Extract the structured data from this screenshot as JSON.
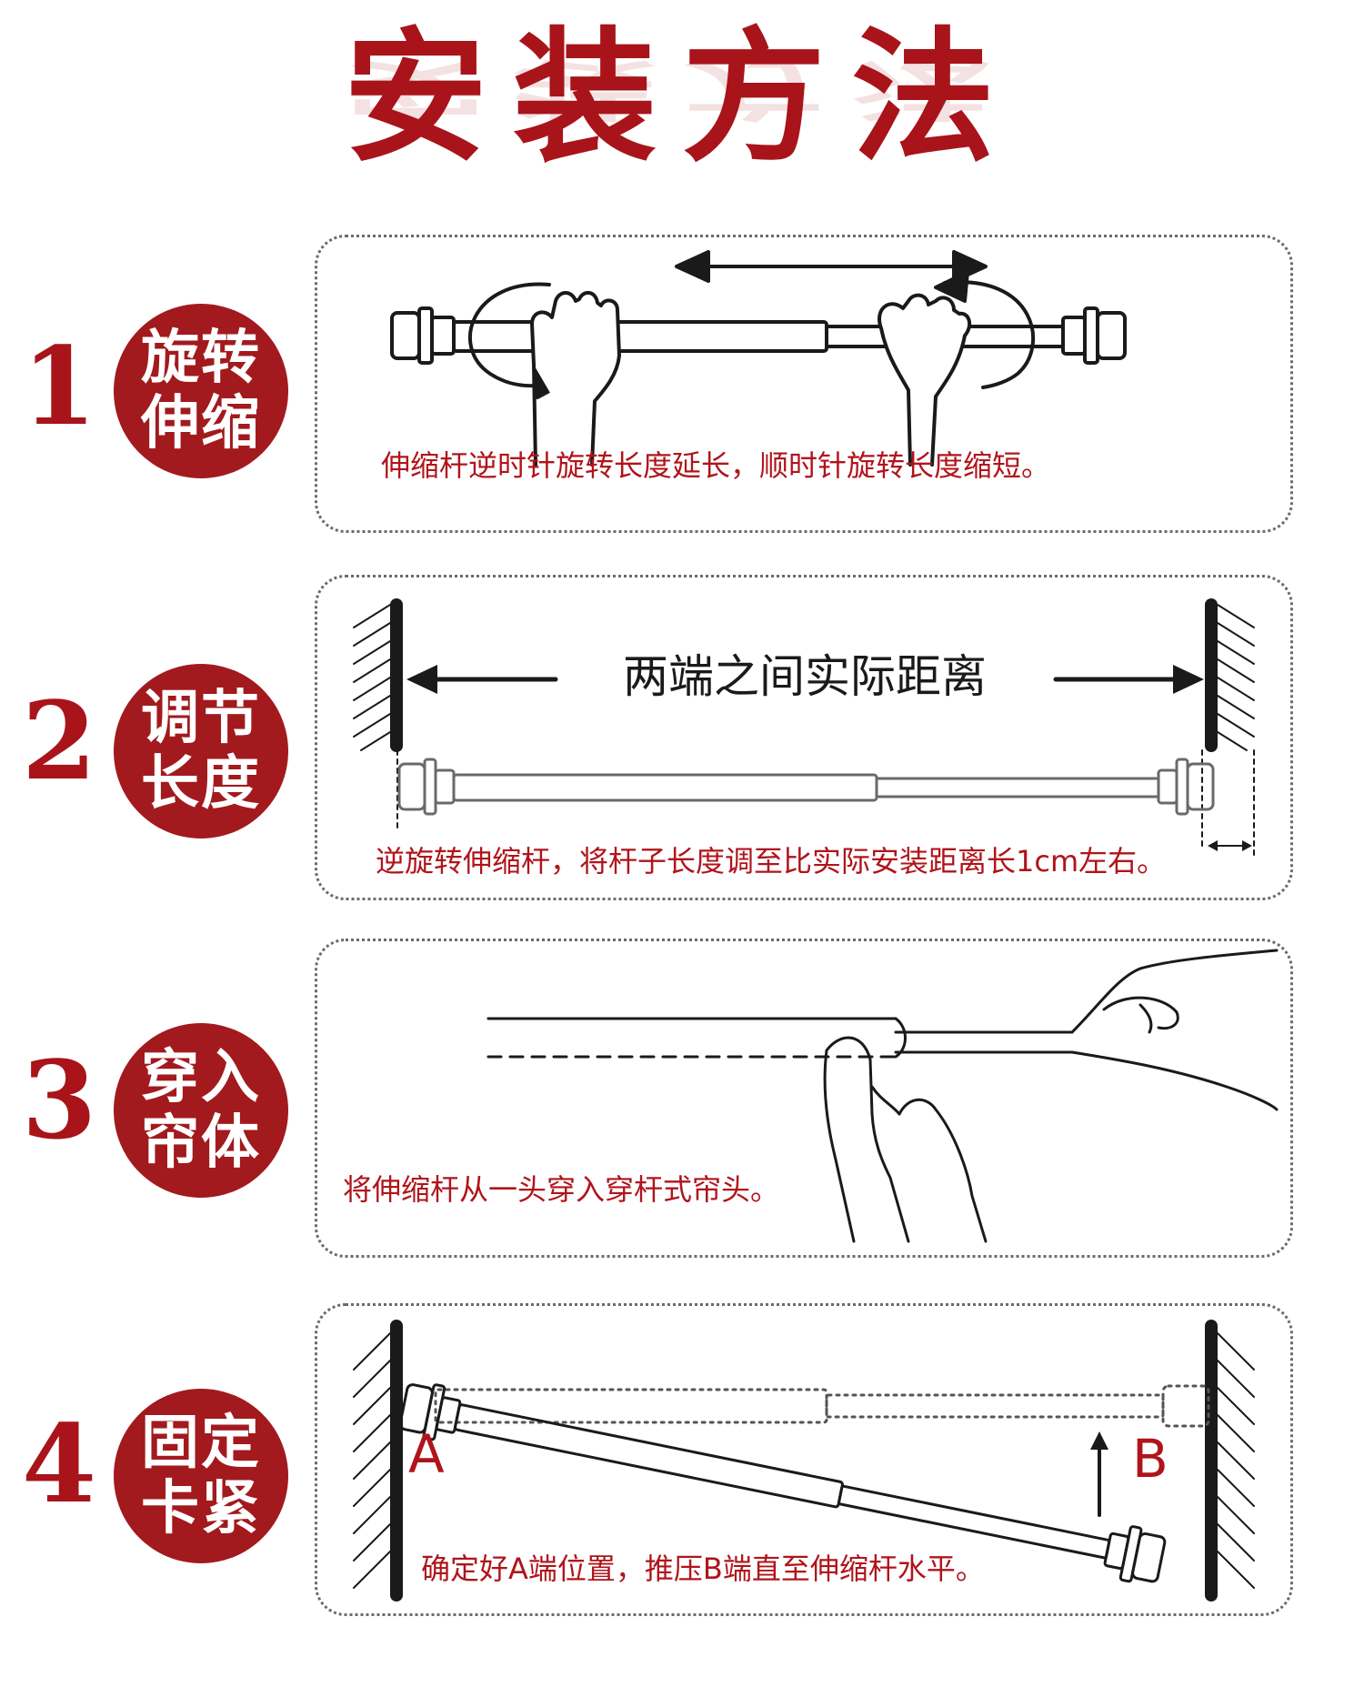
{
  "title": "安装方法",
  "steps": [
    {
      "number": "1",
      "badge_line1": "旋转",
      "badge_line2": "伸缩",
      "caption": "伸缩杆逆时针旋转长度延长，顺时针旋转长度缩短。"
    },
    {
      "number": "2",
      "badge_line1": "调节",
      "badge_line2": "长度",
      "caption": "逆旋转伸缩杆，将杆子长度调至比实际安装距离长1cm左右。",
      "diagram_label": "两端之间实际距离"
    },
    {
      "number": "3",
      "badge_line1": "穿入",
      "badge_line2": "帘体",
      "caption": "将伸缩杆从一头穿入穿杆式帘头。"
    },
    {
      "number": "4",
      "badge_line1": "固定",
      "badge_line2": "卡紧",
      "caption": "确定好A端位置，推压B端直至伸缩杆水平。",
      "label_a": "A",
      "label_b": "B"
    }
  ],
  "colors": {
    "accent": "#a8141a",
    "badge": "#a21a1e",
    "line": "#1a1a1a"
  }
}
